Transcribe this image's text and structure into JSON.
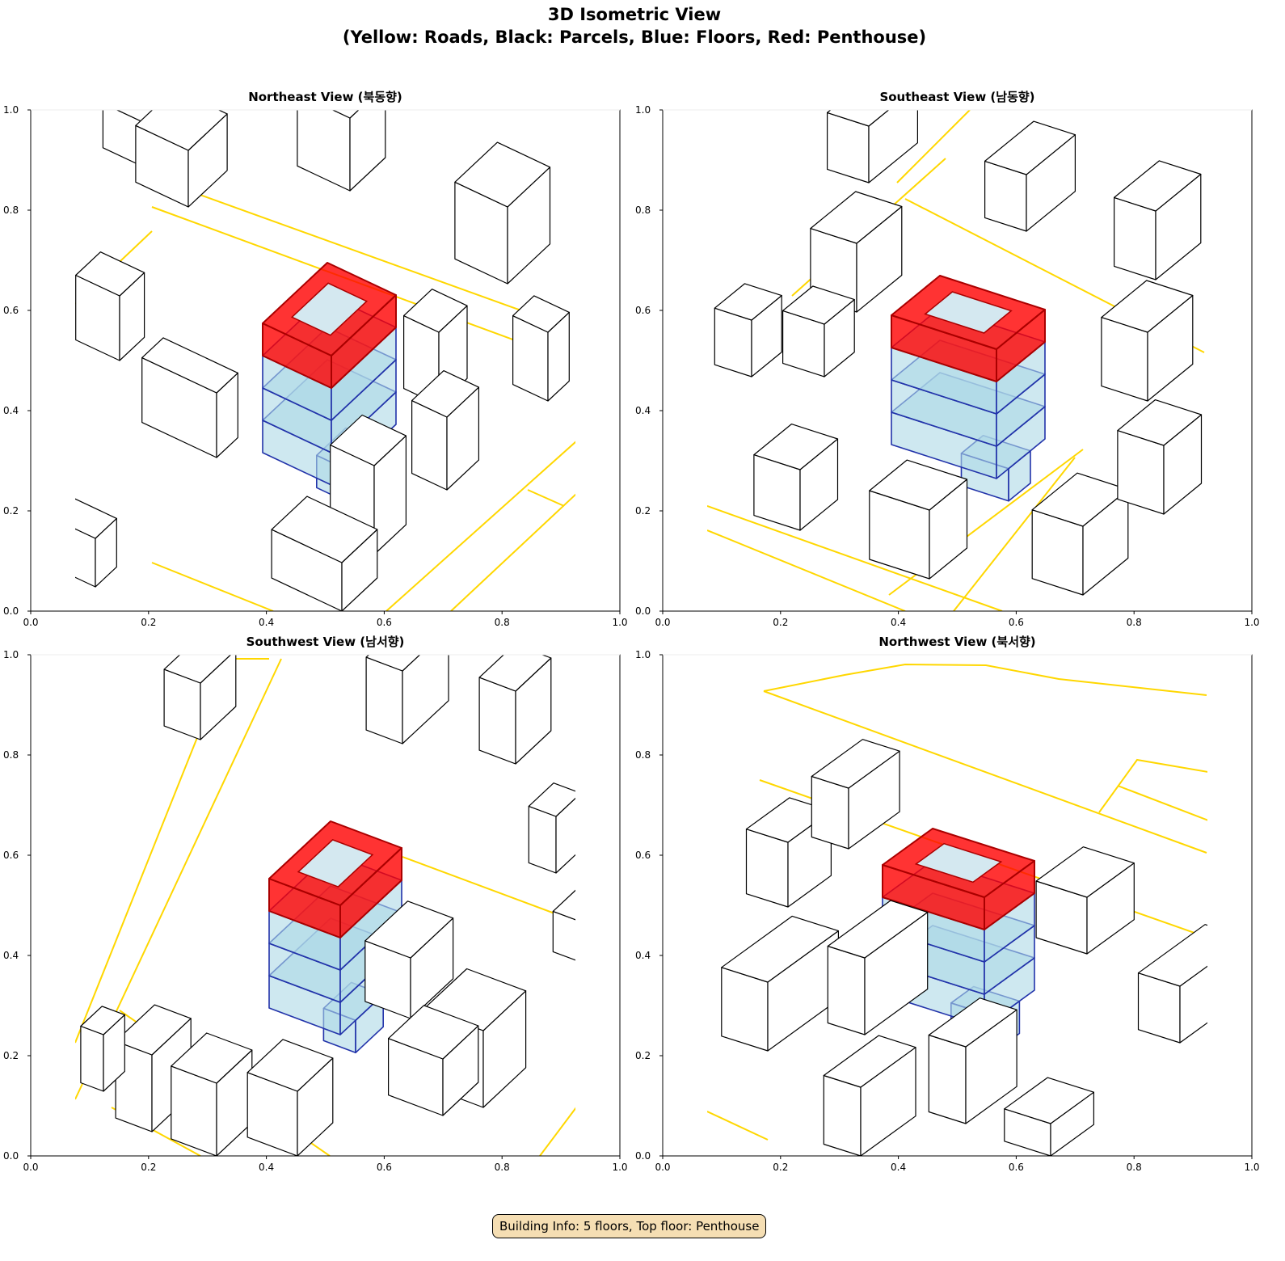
{
  "title_line1": "3D Isometric View",
  "title_line2": "(Yellow: Roads, Black: Parcels, Blue: Floors, Red: Penthouse)",
  "info_box": "Building Info: 5 floors, Top floor: Penthouse",
  "colors": {
    "roads": "#ffd700",
    "parcels": "#000000",
    "floors": "#add8e6",
    "floor_edges": "#2233aa",
    "penthouse": "#ff0000"
  },
  "chart_data": {
    "type": "3d-isometric",
    "xlim": [
      0,
      1
    ],
    "ylim": [
      0,
      1
    ],
    "x_ticks": [
      "0.0",
      "0.2",
      "0.4",
      "0.6",
      "0.8",
      "1.0"
    ],
    "y_ticks": [
      "0.0",
      "0.2",
      "0.4",
      "0.6",
      "0.8",
      "1.0"
    ],
    "panels": [
      {
        "title": "Northeast View (북동향)"
      },
      {
        "title": "Southeast View (남동향)"
      },
      {
        "title": "Southwest View (남서향)"
      },
      {
        "title": "Northwest View (북서향)"
      }
    ],
    "building": {
      "floors": 5,
      "blue_floors": 4,
      "top_floor": "Penthouse"
    }
  }
}
